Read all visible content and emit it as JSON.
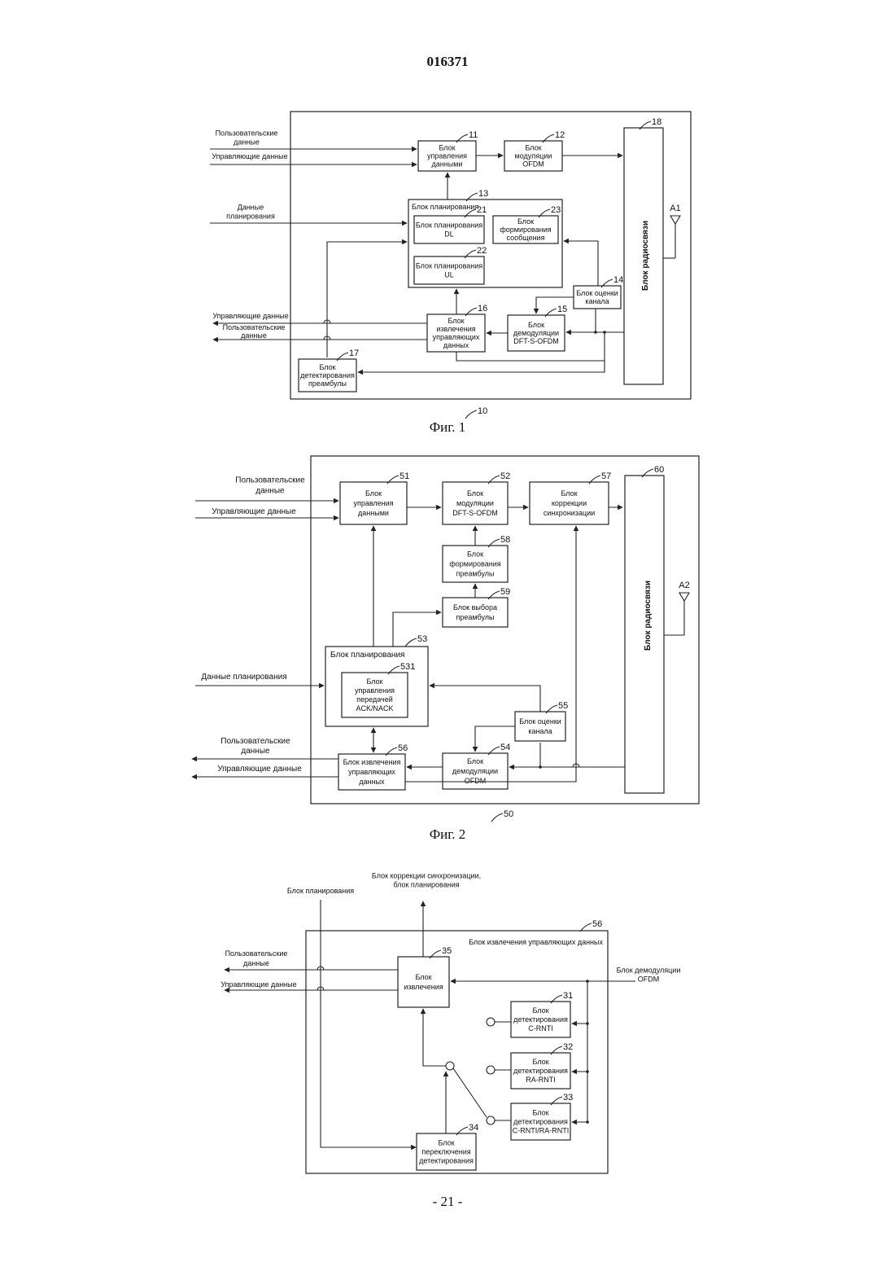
{
  "header": {
    "doc_number": "016371"
  },
  "fig1": {
    "caption": "Фиг. 1",
    "ref_main": "10",
    "inputs": {
      "user_data": [
        "Пользовательские",
        "данные"
      ],
      "control_data": "Управляющие данные",
      "sched_data": [
        "Данные",
        "планирования"
      ]
    },
    "outputs": {
      "control_data": "Управляющие данные",
      "user_data": [
        "Пользовательские",
        "данные"
      ]
    },
    "blocks": {
      "b11": {
        "ref": "11",
        "lines": [
          "Блок",
          "управления",
          "данными"
        ]
      },
      "b12": {
        "ref": "12",
        "lines": [
          "Блок",
          "модуляции",
          "OFDM"
        ]
      },
      "b13": {
        "ref": "13",
        "title": "Блок планирования"
      },
      "b21": {
        "ref": "21",
        "lines": [
          "Блок планирования",
          "DL"
        ]
      },
      "b22": {
        "ref": "22",
        "lines": [
          "Блок планирования",
          "UL"
        ]
      },
      "b23": {
        "ref": "23",
        "lines": [
          "Блок",
          "формирования",
          "сообщения"
        ]
      },
      "b14": {
        "ref": "14",
        "lines": [
          "Блок оценки",
          "канала"
        ]
      },
      "b15": {
        "ref": "15",
        "lines": [
          "Блок",
          "демодуляции",
          "DFT-S-OFDM"
        ]
      },
      "b16": {
        "ref": "16",
        "lines": [
          "Блок",
          "извлечения",
          "управляющих",
          "данных"
        ]
      },
      "b17": {
        "ref": "17",
        "lines": [
          "Блок",
          "детектирования",
          "преамбулы"
        ]
      },
      "b18": {
        "ref": "18",
        "label": "Блок радиосвязи"
      },
      "antenna": "A1"
    }
  },
  "fig2": {
    "caption": "Фиг. 2",
    "ref_main": "50",
    "inputs": {
      "user_data": [
        "Пользовательские",
        "данные"
      ],
      "control_data": "Управляющие данные",
      "sched_data": "Данные планирования"
    },
    "outputs": {
      "user_data": [
        "Пользовательские",
        "данные"
      ],
      "control_data": "Управляющие данные"
    },
    "blocks": {
      "b51": {
        "ref": "51",
        "lines": [
          "Блок",
          "управления",
          "данными"
        ]
      },
      "b52": {
        "ref": "52",
        "lines": [
          "Блок",
          "модуляции",
          "DFT-S-OFDM"
        ]
      },
      "b57": {
        "ref": "57",
        "lines": [
          "Блок",
          "коррекции",
          "синхронизации"
        ]
      },
      "b58": {
        "ref": "58",
        "lines": [
          "Блок",
          "формирования",
          "преамбулы"
        ]
      },
      "b59": {
        "ref": "59",
        "lines": [
          "Блок выбора",
          "преамбулы"
        ]
      },
      "b53": {
        "ref": "53",
        "title": "Блок планирования"
      },
      "b531": {
        "ref": "531",
        "lines": [
          "Блок",
          "управления",
          "передачей",
          "ACK/NACK"
        ]
      },
      "b55": {
        "ref": "55",
        "lines": [
          "Блок оценки",
          "канала"
        ]
      },
      "b54": {
        "ref": "54",
        "lines": [
          "Блок",
          "демодуляции",
          "OFDM"
        ]
      },
      "b56": {
        "ref": "56",
        "lines": [
          "Блок извлечения",
          "управляющих",
          "данных"
        ]
      },
      "b60": {
        "ref": "60",
        "label": "Блок радиосвязи"
      },
      "antenna": "A2"
    }
  },
  "fig3": {
    "ref_main": "56",
    "title": "Блок извлечения управляющих данных",
    "top_labels": {
      "sched": "Блок планирования",
      "sync": [
        "Блок коррекции синхронизации,",
        "блок планирования"
      ]
    },
    "inputs": {
      "demod": [
        "Блок демодуляции",
        "OFDM"
      ]
    },
    "outputs": {
      "user_data": [
        "Пользовательские",
        "данные"
      ],
      "control_data": "Управляющие данные"
    },
    "blocks": {
      "b35": {
        "ref": "35",
        "lines": [
          "Блок",
          "извлечения"
        ]
      },
      "b31": {
        "ref": "31",
        "lines": [
          "Блок",
          "детектирования",
          "C-RNTI"
        ]
      },
      "b32": {
        "ref": "32",
        "lines": [
          "Блок",
          "детектирования",
          "RA-RNTI"
        ]
      },
      "b33": {
        "ref": "33",
        "lines": [
          "Блок",
          "детектирования",
          "C-RNTI/RA-RNTI"
        ]
      },
      "b34": {
        "ref": "34",
        "lines": [
          "Блок",
          "переключения",
          "детектирования"
        ]
      }
    }
  },
  "footer": {
    "page_number": "- 21 -"
  }
}
